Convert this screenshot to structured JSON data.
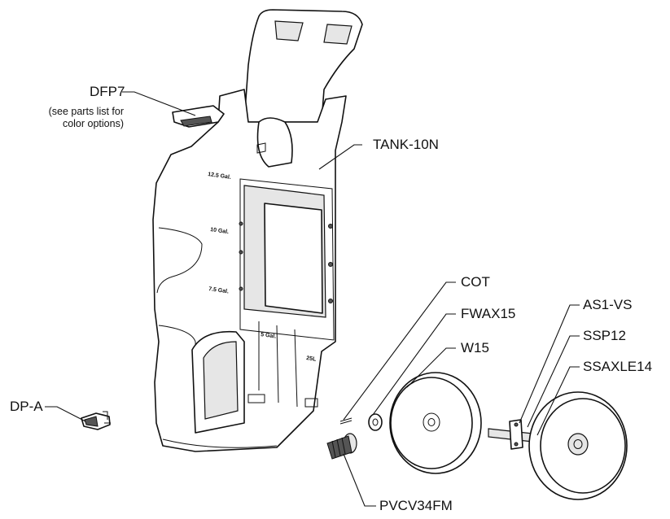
{
  "callouts": {
    "dfp7": "DFP7",
    "dfp7_note_line1": "(see parts list for",
    "dfp7_note_line2": "color options)",
    "tank": "TANK-10N",
    "cot": "COT",
    "fwax15": "FWAX15",
    "w15": "W15",
    "as1vs": "AS1-VS",
    "ssp12": "SSP12",
    "ssaxle14": "SSAXLE14",
    "dpa": "DP-A",
    "pvcv34fm": "PVCV34FM"
  },
  "tank_markings": {
    "m1": "12.5 Gal.",
    "m2": "10 Gal.",
    "m3": "7.5 Gal.",
    "m4": "5 Gal.",
    "m5": "25L"
  }
}
